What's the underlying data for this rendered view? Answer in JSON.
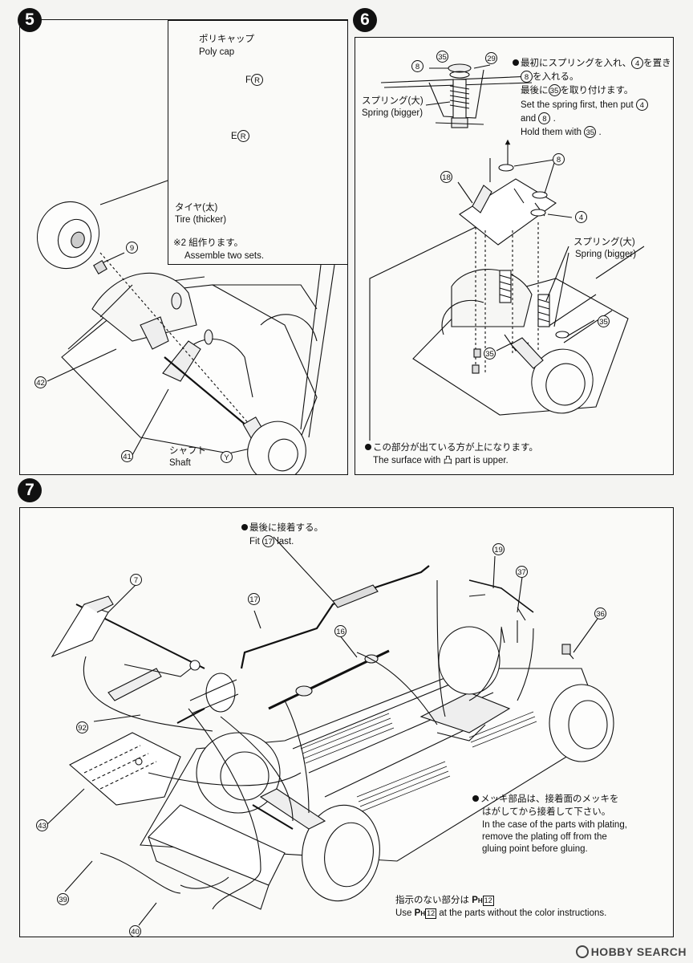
{
  "steps": {
    "s5": "5",
    "s6": "6",
    "s7": "7"
  },
  "step5": {
    "polycap_jp": "ポリキャップ",
    "polycap_en": "Poly cap",
    "f_letter": "F",
    "e_letter": "E",
    "r_letter": "R",
    "tire_jp": "タイヤ(太)",
    "tire_en": "Tire (thicker)",
    "note_jp": "※2 組作ります。",
    "note_en": "Assemble two sets.",
    "shaft_jp": "シャフト",
    "shaft_en": "Shaft",
    "y_letter": "Y",
    "p9": "9",
    "p42": "42",
    "p41": "41"
  },
  "step6": {
    "p8": "8",
    "p35": "35",
    "p29": "29",
    "p18": "18",
    "p4": "4",
    "spring_jp": "スプリング(大)",
    "spring_en": "Spring (bigger)",
    "inst_jp1a": "最初にスプリングを入れ、",
    "inst_jp1b": "を置き",
    "inst_jp2": "を入れる。",
    "inst_jp3a": "最後に",
    "inst_jp3b": "を取り付けます。",
    "inst_en1": "Set the spring first, then put",
    "inst_en2": "and",
    "inst_en3": "Hold them with",
    "bottom_jp": "この部分が出ている方が上になります。",
    "bottom_en": "The surface with 凸 part is upper."
  },
  "step7": {
    "fit_jp": "最後に接着する。",
    "fit_en_a": "Fit",
    "fit_en_b": "last.",
    "p7": "7",
    "p17": "17",
    "p16": "16",
    "p19": "19",
    "p37": "37",
    "p36": "36",
    "p92": "92",
    "p43": "43",
    "p39": "39",
    "p40": "40",
    "plating_jp1": "メッキ部品は、接着面のメッキを",
    "plating_jp2": "はがしてから接着して下さい。",
    "plating_en1": "In the case of the parts with plating,",
    "plating_en2": "remove the plating off from the",
    "plating_en3": "gluing point before gluing.",
    "color_jp_a": "指示のない部分は",
    "color_en_a": "Use",
    "color_en_b": "at the parts without the color instructions.",
    "ph_code": "P",
    "ph_sub": "H",
    "ph_num": "12"
  },
  "watermark": "HOBBY SEARCH"
}
